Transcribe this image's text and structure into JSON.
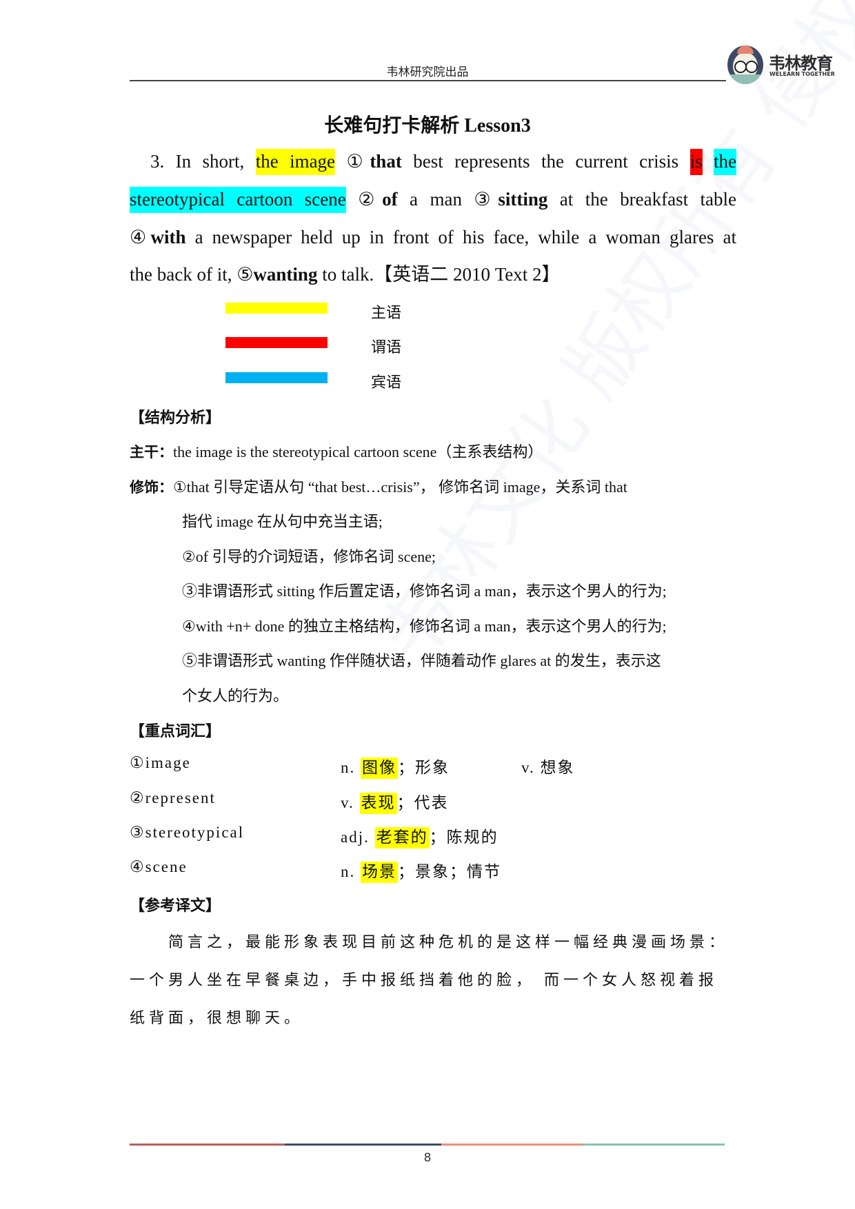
{
  "header": {
    "text": "韦林研究院出品",
    "logo_brand": "韦林教育",
    "logo_tagline": "WELEARN TOGETHER"
  },
  "title": "长难句打卡解析 Lesson3",
  "sentence": {
    "l1": {
      "pre": "3. In short, ",
      "subject": "the image",
      "c1": "①",
      "w1": "that",
      "mid": " best represents the current crisis ",
      "verb": "is",
      "obj": "the"
    },
    "l2": {
      "obj": "stereotypical cartoon scene",
      "c2": "②",
      "w2": "of",
      "t2": " a man ",
      "c3": "③",
      "w3": "sitting",
      "t3": " at the breakfast table"
    },
    "l3": {
      "c4": "④",
      "w4": "with",
      "t4": " a newspaper held up in front of his face, while a woman glares at"
    },
    "l4": {
      "t5": "the back of it, ",
      "c5": "⑤",
      "w5": "wanting",
      "t6": " to talk.",
      "source": "【英语二  2010 Text 2】"
    }
  },
  "legend": [
    {
      "label": "主语",
      "color": "#ffff00"
    },
    {
      "label": "谓语",
      "color": "#ff0000"
    },
    {
      "label": "宾语",
      "color": "#00b0f0"
    }
  ],
  "structure": {
    "heading": "【结构分析】",
    "main_label": "主干：",
    "main_text": "the image is the stereotypical cartoon scene（主系表结构）",
    "mod_label": "修饰：",
    "mods": [
      "①that 引导定语从句 “that best…crisis”， 修饰名词  image，关系词 that",
      "指代 image  在从句中充当主语;",
      "②of 引导的介词短语，修饰名词  scene;",
      "③非谓语形式 sitting 作后置定语，修饰名词  a man，表示这个男人的行为;",
      "④with +n+ done 的独立主格结构，修饰名词  a man，表示这个男人的行为;",
      "⑤非谓语形式 wanting 作伴随状语，伴随着动作 glares at 的发生，表示这",
      "个女人的行为。"
    ]
  },
  "vocab": {
    "heading": "【重点词汇】",
    "items": [
      {
        "word": "①image",
        "pos": "n.",
        "hl": "图像",
        "rest": "；形象",
        "extra": "v.  想象"
      },
      {
        "word": "②represent",
        "pos": "v.",
        "hl": "表现",
        "rest": "；代表",
        "extra": ""
      },
      {
        "word": "③stereotypical",
        "pos": "adj.",
        "hl": "老套的",
        "rest": "；陈规的",
        "extra": ""
      },
      {
        "word": "④scene",
        "pos": "n.",
        "hl": "场景",
        "rest": "；景象；情节",
        "extra": ""
      }
    ]
  },
  "translation": {
    "heading": "【参考译文】",
    "lines": [
      "简言之，最能形象表现目前这种危机的是这样一幅经典漫画场景：",
      "一个男人坐在早餐桌边，手中报纸挡着他的脸， 而一个女人怒视着报",
      "纸背面，很想聊天。"
    ]
  },
  "watermark": "韦林文化 版权所有 侵权必究",
  "footer": {
    "page_number": "8",
    "colors": [
      "#b5615f",
      "#3f4a66",
      "#e8907f",
      "#8fbfb5"
    ]
  }
}
